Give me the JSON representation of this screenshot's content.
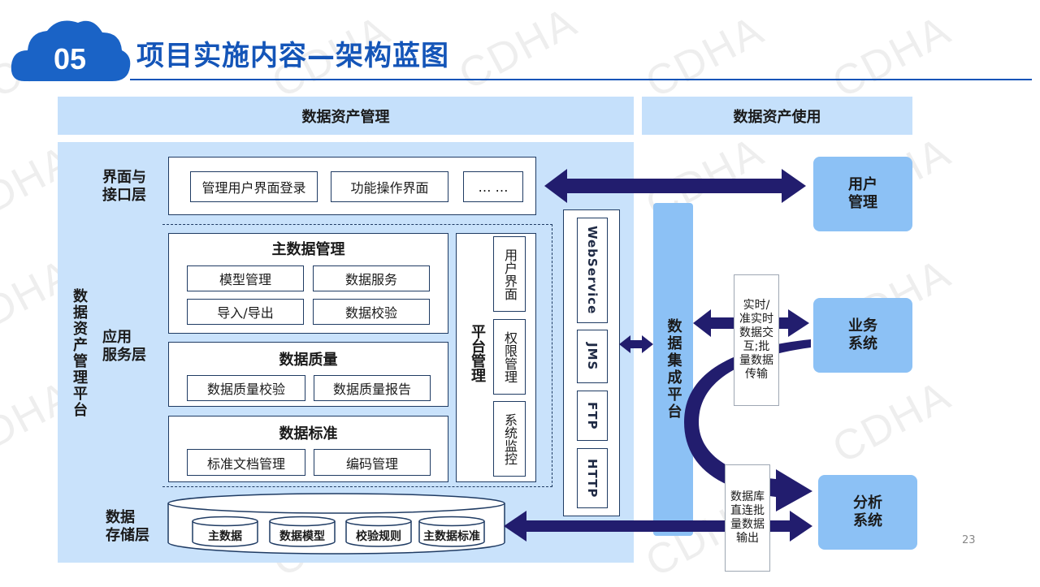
{
  "slide": {
    "number_badge": "05",
    "title": "项目实施内容—架构蓝图",
    "page_number": "23",
    "watermark": "CDHA"
  },
  "headers": {
    "management": "数据资产管理",
    "usage": "数据资产使用"
  },
  "platform_label": "数据资产管理平台",
  "layers": {
    "interface": "界面与\n接口层",
    "application": "应用\n服务层",
    "storage": "数据\n存储层"
  },
  "interface_items": [
    "管理用户界面登录",
    "功能操作界面",
    "… …"
  ],
  "master_data": {
    "title": "主数据管理",
    "items": [
      "模型管理",
      "数据服务",
      "导入/导出",
      "数据校验"
    ]
  },
  "data_quality": {
    "title": "数据质量",
    "items": [
      "数据质量校验",
      "数据质量报告"
    ]
  },
  "data_standard": {
    "title": "数据标准",
    "items": [
      "标准文档管理",
      "编码管理"
    ]
  },
  "platform_mgmt": {
    "title": "平台管理",
    "items": [
      "用户界面",
      "权限管理",
      "系统监控"
    ]
  },
  "protocols": [
    "WebService",
    "JMS",
    "FTP",
    "HTTP"
  ],
  "integration": "数据集成平台",
  "storage_items": [
    "主数据",
    "数据模型",
    "校验规则",
    "主数据标准"
  ],
  "systems": {
    "user": "用户\n管理",
    "business": "业务\n系统",
    "analysis": "分析\n系统"
  },
  "notes": {
    "realtime": "实时/准实时数据交互;批量数据传输",
    "db_direct": "数据库直连批量数据输出"
  },
  "colors": {
    "title": "#1455b8",
    "panel": "#c9e2fb",
    "system": "#8cc1f5",
    "arrow": "#221d6e"
  }
}
